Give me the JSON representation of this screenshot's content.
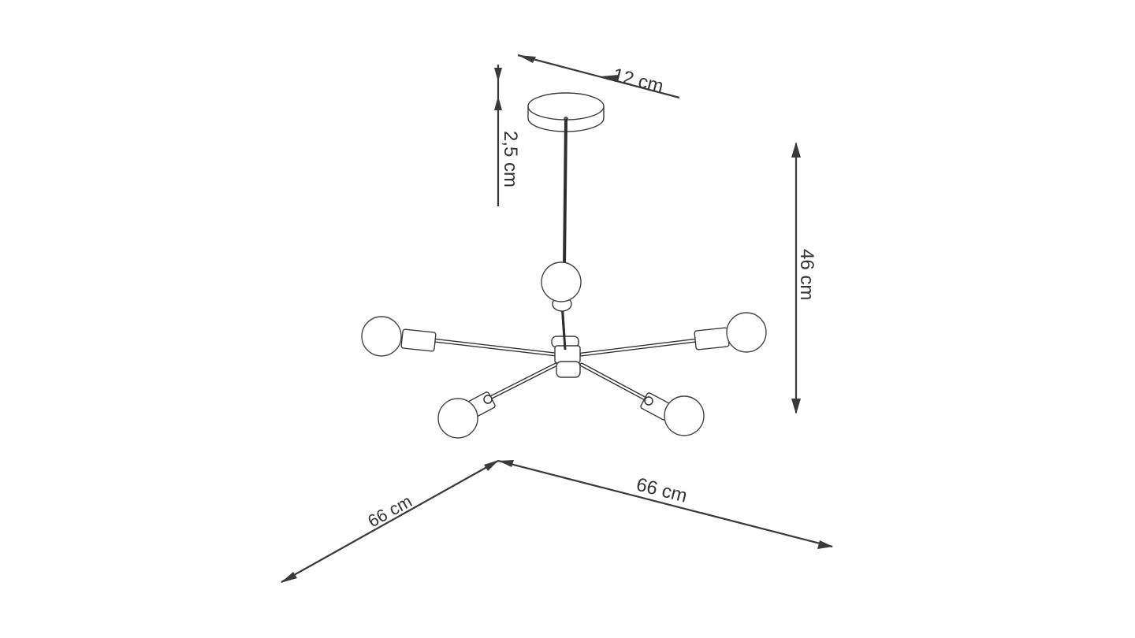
{
  "diagram": {
    "subject": "pendant-chandelier-5-arm",
    "colors": {
      "background": "#ffffff",
      "line": "#3a3a3a"
    },
    "dimensions": {
      "canopy_diameter": "12 cm",
      "canopy_height": "2,5 cm",
      "fixture_height": "46 cm",
      "width_left": "66 cm",
      "width_right": "66 cm"
    },
    "components": [
      "ceiling-canopy",
      "suspension-rod",
      "central-hub",
      "arm",
      "socket",
      "bulb"
    ],
    "bulb_count": 5
  }
}
